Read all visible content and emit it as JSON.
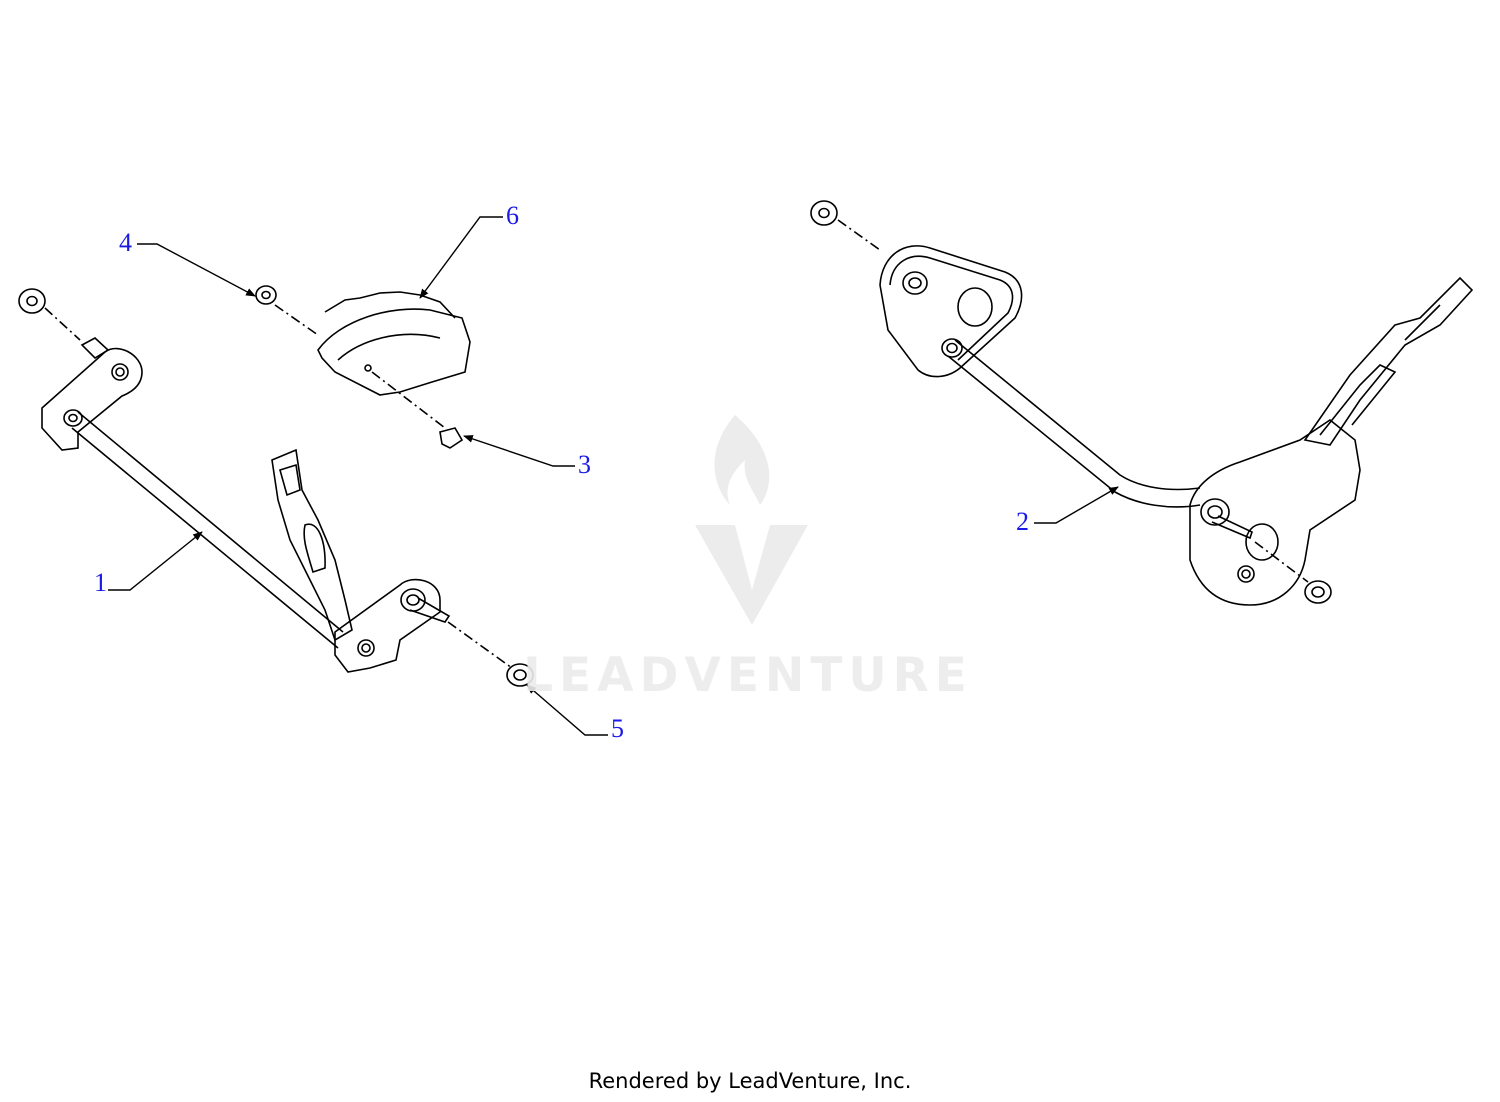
{
  "colors": {
    "label": "#1a1ae6",
    "line": "#000000",
    "watermark": "#ececec"
  },
  "watermark": {
    "text": "LEADVENTURE"
  },
  "labels": [
    {
      "id": "1",
      "text": "1"
    },
    {
      "id": "2",
      "text": "2"
    },
    {
      "id": "3",
      "text": "3"
    },
    {
      "id": "4",
      "text": "4"
    },
    {
      "id": "5",
      "text": "5"
    },
    {
      "id": "6",
      "text": "6"
    }
  ],
  "footer": {
    "text": "Rendered by LeadVenture, Inc."
  }
}
